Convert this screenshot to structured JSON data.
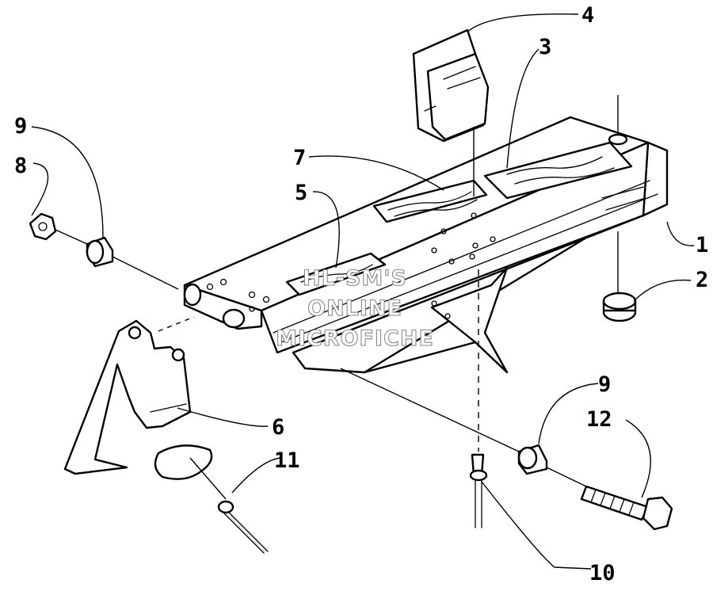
{
  "callouts": {
    "c1": "1",
    "c2": "2",
    "c3": "3",
    "c4": "4",
    "c5": "5",
    "c6": "6",
    "c7": "7",
    "c8": "8",
    "c9a": "9",
    "c9b": "9",
    "c10": "10",
    "c11": "11",
    "c12": "12"
  },
  "watermark": {
    "line1": "HL-SM'S",
    "line2": "ONLINE",
    "line3": "MICROFICHE"
  }
}
